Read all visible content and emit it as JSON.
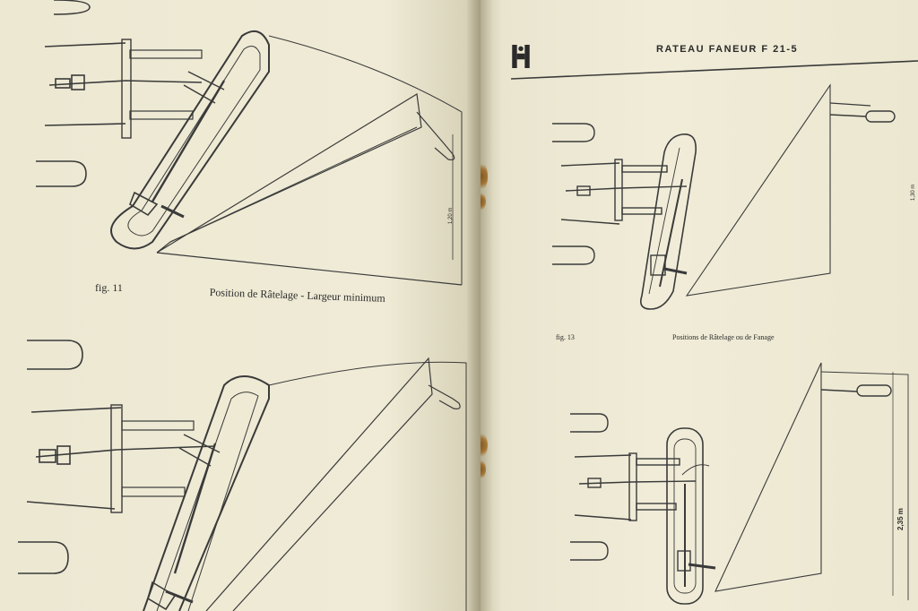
{
  "header": {
    "title": "RATEAU FANEUR F 21-5"
  },
  "left_page": {
    "fig11": {
      "label": "fig. 11",
      "caption": "Position de Râtelage - Largeur minimum",
      "dimension": "1,20 m"
    }
  },
  "right_page": {
    "fig13": {
      "label": "fig. 13",
      "caption": "Positions de Râtelage ou de Fanage",
      "dimension_top": "1,30 m",
      "dimension_bottom": "2,35 m"
    }
  },
  "icons": {
    "logo": "ih-logo-icon"
  },
  "colors": {
    "paper": "#efebd6",
    "ink": "#2b2b2b"
  }
}
